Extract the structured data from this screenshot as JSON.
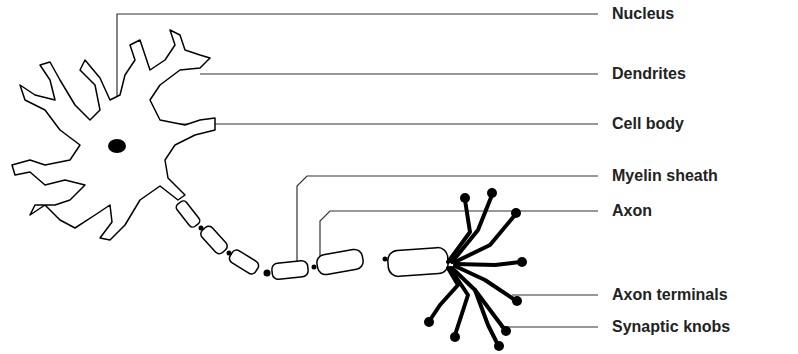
{
  "diagram": {
    "labels": [
      "Nucleus",
      "Dendrites",
      "Cell body",
      "Myelin sheath",
      "Axon",
      "Axon terminals",
      "Synaptic knobs"
    ]
  }
}
